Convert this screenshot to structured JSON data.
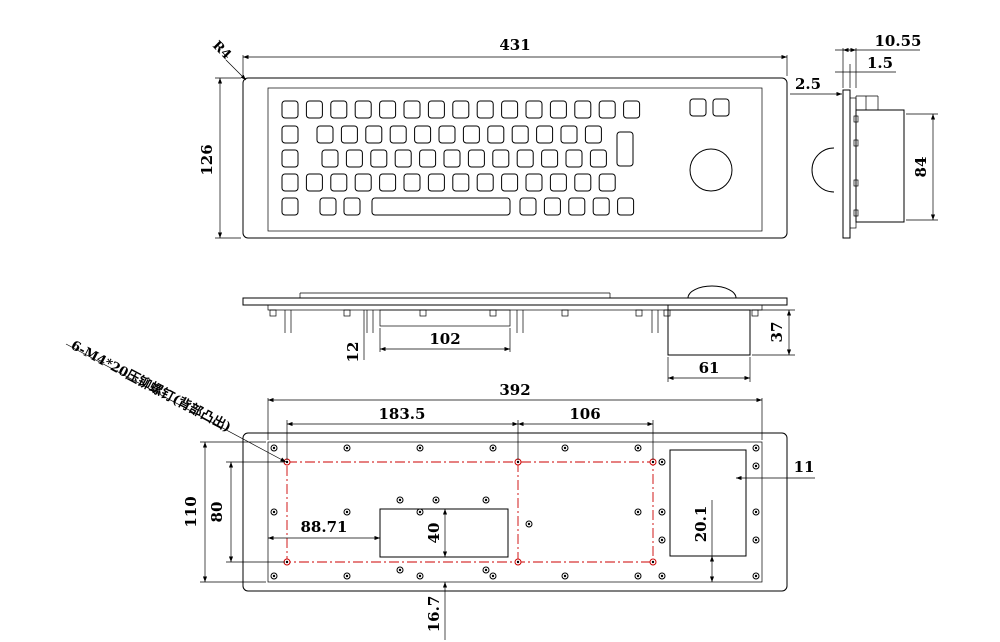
{
  "top_view": {
    "overall_width": "431",
    "height": "126",
    "corner_radius": "R4"
  },
  "side_view": {
    "depth_total": "10.55",
    "plate_thickness": "1.5",
    "offset": "2.5",
    "trackball_module_height": "84"
  },
  "front_view": {
    "stud_depth": "12",
    "module_width": "102",
    "trackball_depth": "37",
    "trackball_width": "61"
  },
  "bottom_view": {
    "screw_note": "6-M4*20压铆螺钉(背部凸出)",
    "inner_width": "392",
    "screw_spacing_a": "183.5",
    "screw_spacing_b": "106",
    "inner_height": "110",
    "screw_vertical": "80",
    "left_offset": "88.71",
    "module_height": "40",
    "bottom_offset": "16.7",
    "right_margin": "11",
    "trackball_offset": "20.1"
  }
}
